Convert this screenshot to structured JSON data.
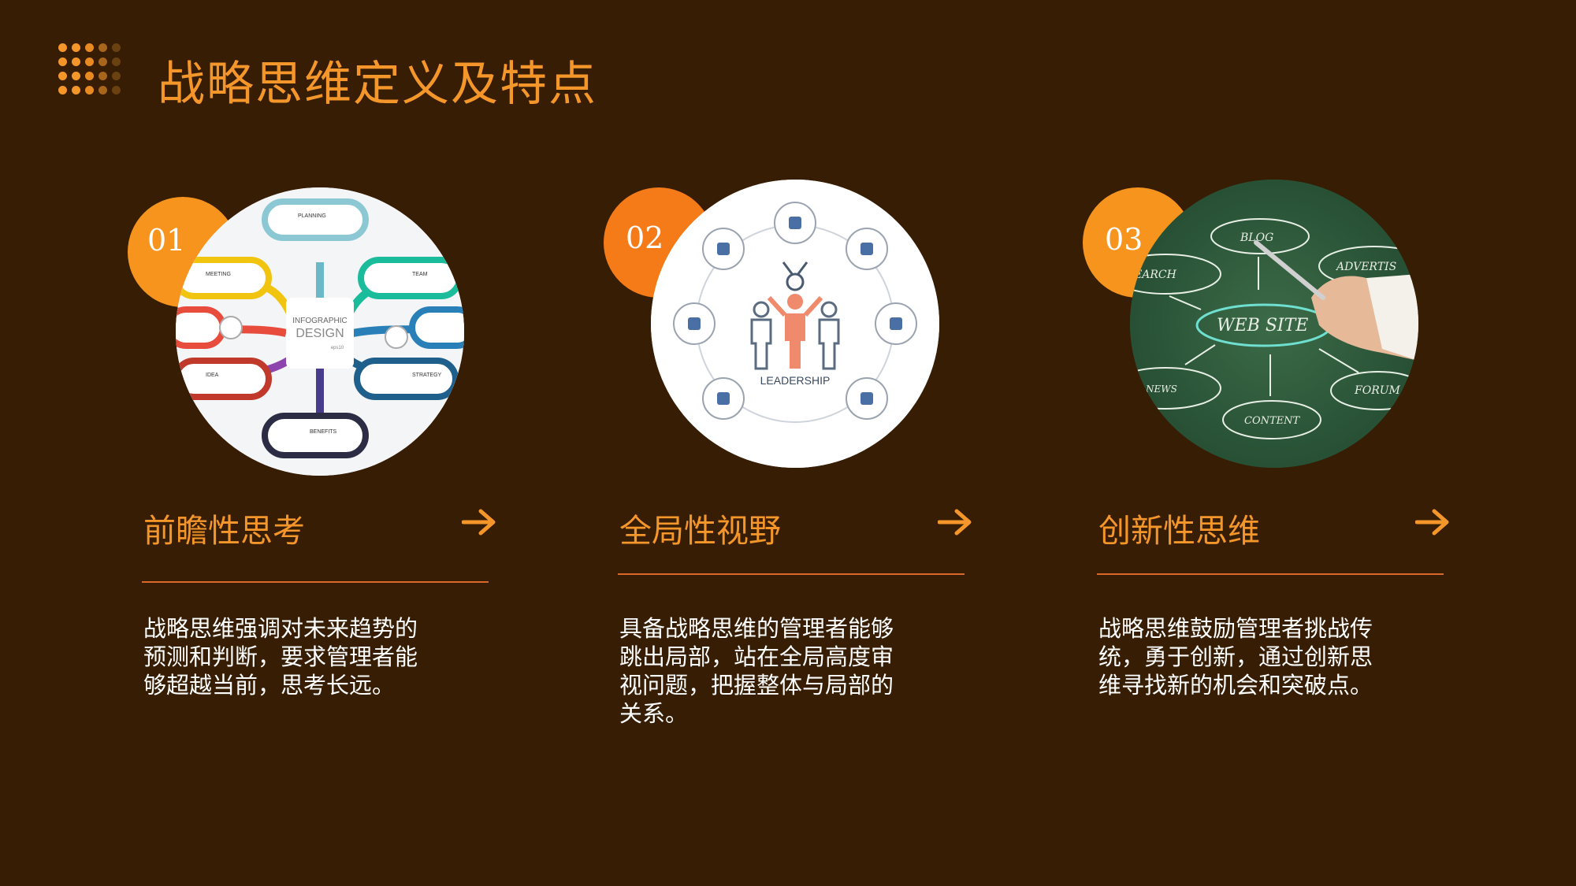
{
  "page": {
    "title": "战略思维定义及特点",
    "accent_color": "#f5962a",
    "background_color": "#361d03"
  },
  "cards": [
    {
      "number": "01",
      "heading": "前瞻性思考",
      "description": "战略思维强调对未来趋势的预测和判断，要求管理者能够超越当前，思考长远。",
      "image": {
        "icon": "infographic-mindmap-icon",
        "center_title": "INFOGRAPHIC",
        "center_subtitle": "DESIGN",
        "center_caption": "eps10",
        "nodes": [
          "PLANNING",
          "TEAM",
          "MEETING",
          "IDEA",
          "STRATEGY",
          "BENEFITS"
        ]
      }
    },
    {
      "number": "02",
      "heading": "全局性视野",
      "description": "具备战略思维的管理者能够跳出局部，站在全局高度审视问题，把握整体与局部的关系。",
      "image": {
        "icon": "leadership-circle-icon",
        "label": "LEADERSHIP"
      }
    },
    {
      "number": "03",
      "heading": "创新性思维",
      "description": "战略思维鼓励管理者挑战传统，勇于创新，通过创新思维寻找新的机会和突破点。",
      "image": {
        "icon": "chalkboard-website-icon",
        "center_label": "WEB SITE",
        "labels": [
          "BLOG",
          "EARCH",
          "ADVERTIS",
          "NEWS",
          "CONTENT",
          "FORUM"
        ]
      }
    }
  ]
}
